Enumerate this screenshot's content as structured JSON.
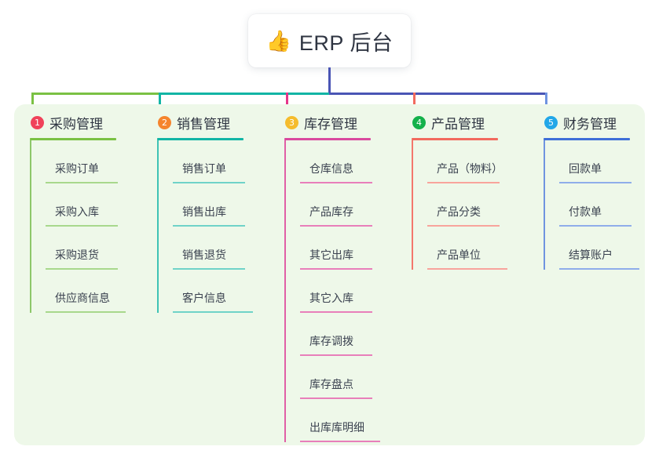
{
  "root": {
    "emoji": "👍",
    "emoji_name": "thumbs-up-icon",
    "title": "ERP 后台"
  },
  "colors": {
    "panel_background": "#eef8e9",
    "page_background": "#ffffff",
    "stem": "#4a55b5",
    "trunk_left": "#7ac143",
    "trunk_mid": "#12b5a5",
    "trunk_right": "#4a55b5",
    "text": "#2f3542"
  },
  "columns": [
    {
      "index": "1",
      "title": "采购管理",
      "badge_color": "#f0425a",
      "header_line_color": "#7ac143",
      "spine_color": "#8dc76a",
      "item_line_color": "#a8d88c",
      "drop_color": "#7ac143",
      "items": [
        "采购订单",
        "采购入库",
        "采购退货",
        "供应商信息"
      ]
    },
    {
      "index": "2",
      "title": "销售管理",
      "badge_color": "#f5842d",
      "header_line_color": "#12b5a5",
      "spine_color": "#3fc3b5",
      "item_line_color": "#6fd3c8",
      "drop_color": "#12b5a5",
      "items": [
        "销售订单",
        "销售出库",
        "销售退货",
        "客户信息"
      ]
    },
    {
      "index": "3",
      "title": "库存管理",
      "badge_color": "#f5bc2d",
      "header_line_color": "#d94a9e",
      "spine_color": "#e05fa6",
      "item_line_color": "#e87fba",
      "drop_color": "#e5368a",
      "items": [
        "仓库信息",
        "产品库存",
        "其它出库",
        "其它入库",
        "库存调拨",
        "库存盘点",
        "出库库明细"
      ]
    },
    {
      "index": "4",
      "title": "产品管理",
      "badge_color": "#14b14b",
      "header_line_color": "#f26a5e",
      "spine_color": "#f4776c",
      "item_line_color": "#f8a49c",
      "drop_color": "#f26a5e",
      "items": [
        "产品（物料）",
        "产品分类",
        "产品单位"
      ]
    },
    {
      "index": "5",
      "title": "财务管理",
      "badge_color": "#22a7e8",
      "header_line_color": "#3f6fd8",
      "spine_color": "#6f94e0",
      "item_line_color": "#8fadea",
      "drop_color": "#6f94e0",
      "items": [
        "回款单",
        "付款单",
        "结算账户"
      ]
    }
  ]
}
